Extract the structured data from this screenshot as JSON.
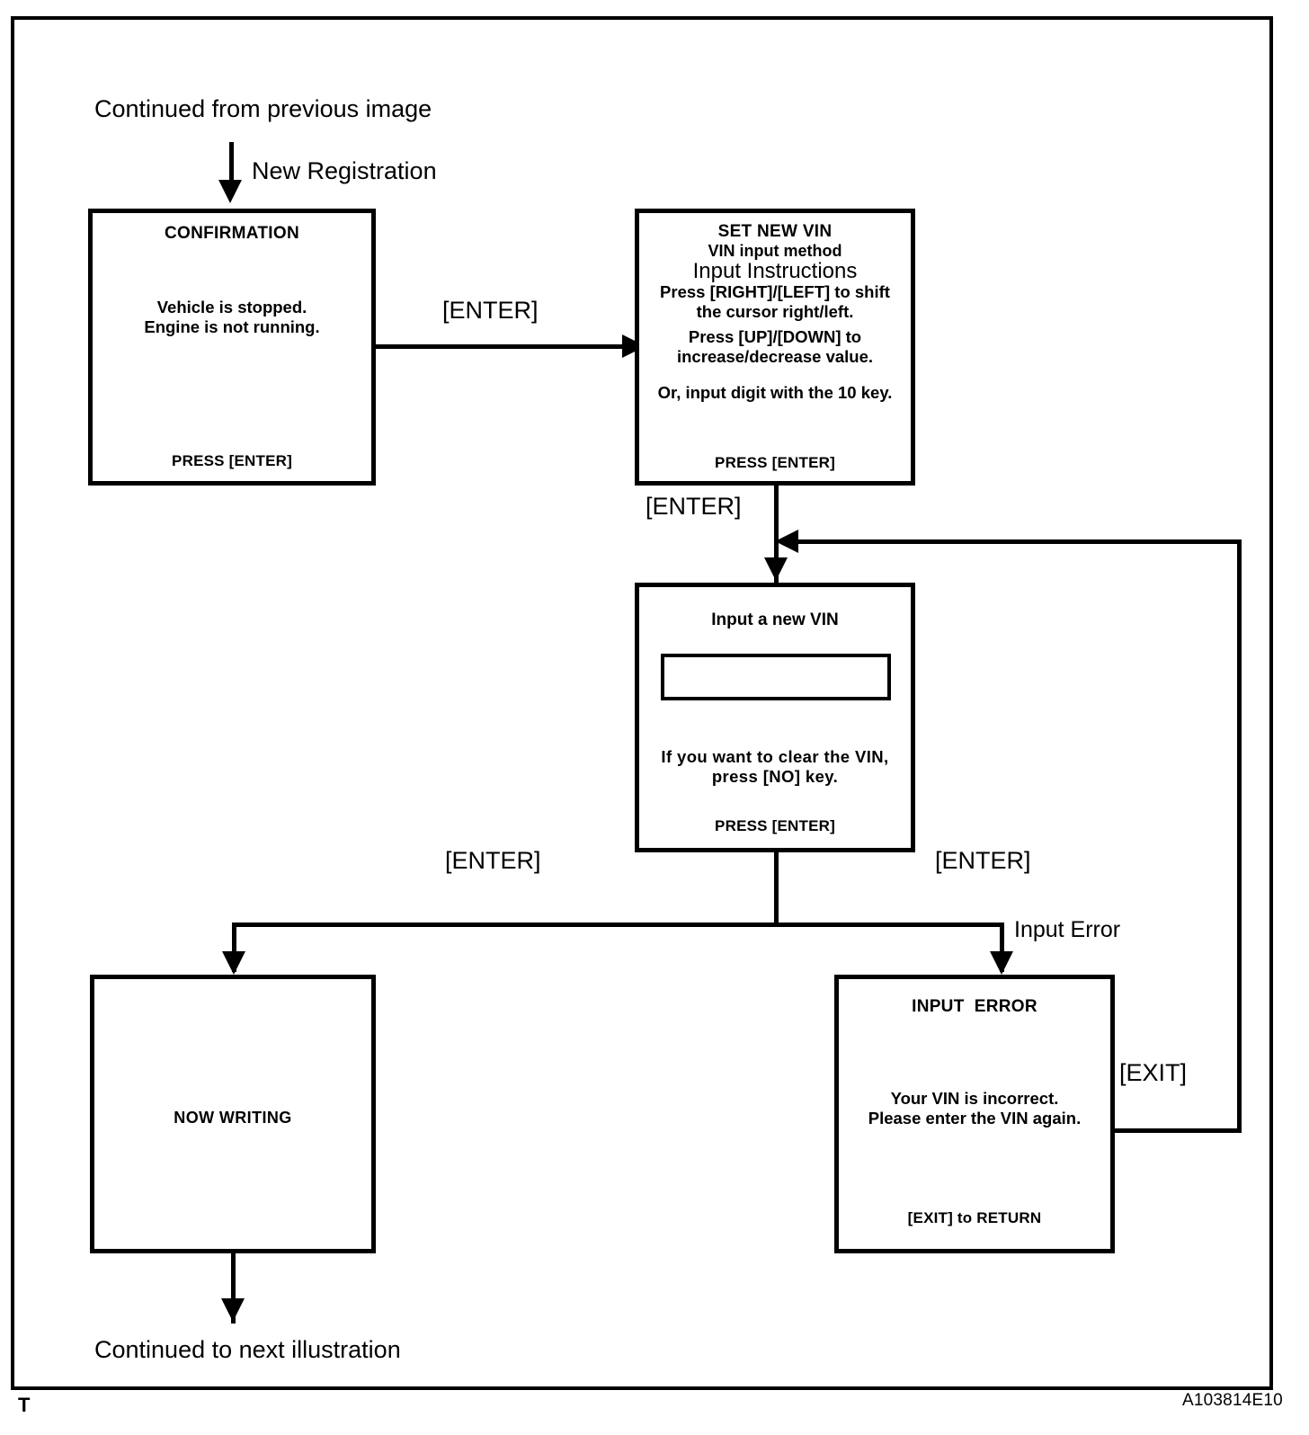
{
  "figure": {
    "code": "A103814E10",
    "corner_mark": "T",
    "entry_note": "Continued from previous image",
    "exit_note": "Continued to next illustration"
  },
  "edges": {
    "new_registration": "New Registration",
    "confirm_to_setvin": "[ENTER]",
    "setvin_to_input": "[ENTER]",
    "input_to_writing": "[ENTER]",
    "input_to_error": "[ENTER]",
    "input_error_branch": "Input Error",
    "error_return": "[EXIT]"
  },
  "boxes": {
    "confirmation": {
      "title": "CONFIRMATION",
      "body_line1": "Vehicle is stopped.",
      "body_line2": "Engine is not running.",
      "footer": "PRESS [ENTER]"
    },
    "set_new_vin": {
      "title": "SET NEW VIN",
      "subtitle": "VIN input method",
      "heading": "Input Instructions",
      "instr_line1": "Press [RIGHT]/[LEFT] to shift",
      "instr_line2": "the cursor right/left.",
      "instr_line3": "Press [UP]/[DOWN]  to",
      "instr_line4": "increase/decrease value.",
      "instr_line5": "Or, input digit with the 10 key.",
      "footer": "PRESS [ENTER]"
    },
    "input_new_vin": {
      "title": "Input a new VIN",
      "field_value": "",
      "note_line1": "If you want to clear the VIN,",
      "note_line2": "press [NO] key.",
      "footer": "PRESS [ENTER]"
    },
    "now_writing": {
      "label": "NOW WRITING"
    },
    "input_error": {
      "title": "INPUT  ERROR",
      "body_line1": "Your VIN is incorrect.",
      "body_line2": "Please enter the VIN again.",
      "footer": "[EXIT] to RETURN"
    }
  }
}
